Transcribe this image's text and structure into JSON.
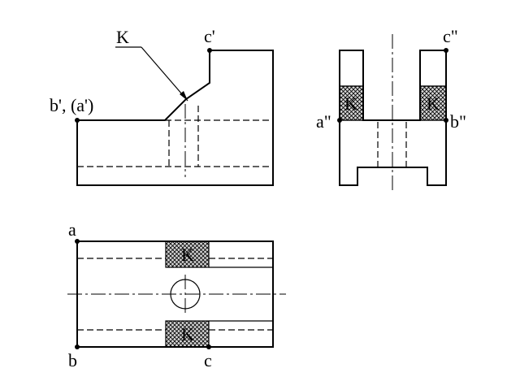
{
  "labels": {
    "leader_k": "K",
    "c_prime": "c'",
    "b_prime_a_prime": "b', (a')",
    "c_double_prime": "c\"",
    "a_double_prime": "a\"",
    "b_double_prime": "b\"",
    "side_hatch_left": "K",
    "side_hatch_right": "K",
    "a": "a",
    "b": "b",
    "c": "c",
    "top_hatch_upper": "K",
    "top_hatch_lower": "K"
  }
}
